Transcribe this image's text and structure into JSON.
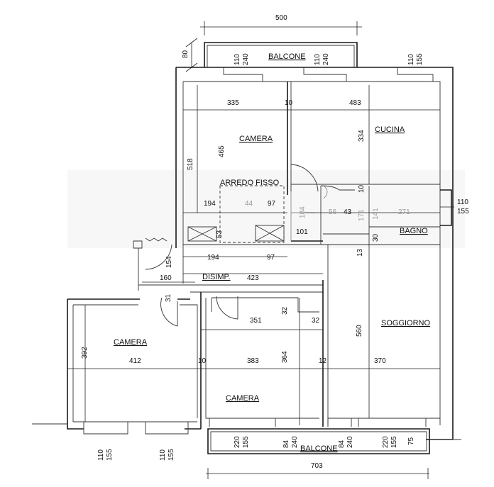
{
  "rooms": {
    "balcone_top": "BALCONE",
    "camera_top": "CAMERA",
    "cucina": "CUCINA",
    "arredo_fisso": "ARREDO FISSO",
    "bagno": "BAGNO",
    "disimp": "DISIMP.",
    "soggiorno": "SOGGIORNO",
    "camera_left": "CAMERA",
    "camera_bottom": "CAMERA",
    "balcone_bottom": "BALCONE"
  },
  "dims": {
    "top_500": "500",
    "balc_80": "80",
    "w110a": "110",
    "w240a": "240",
    "w110b": "110",
    "w240b": "240",
    "w110c": "110",
    "w155c": "155",
    "d335": "335",
    "d10a": "10",
    "d483": "483",
    "d518": "518",
    "d465": "465",
    "d334": "334",
    "d10b": "10",
    "d194a": "194",
    "d44": "44",
    "d97a": "97",
    "d184": "184",
    "d56": "56",
    "d43": "43",
    "d171": "171",
    "d141": "141",
    "d271": "271",
    "d110r": "110",
    "d155r": "155",
    "d53": "53",
    "d101": "101",
    "d30": "30",
    "d13": "13",
    "d194b": "194",
    "d97b": "97",
    "d154": "154",
    "d423": "423",
    "d160": "160",
    "d31": "31",
    "d351": "351",
    "d32a": "32",
    "d32b": "32",
    "d392": "392",
    "d412": "412",
    "d10c": "10",
    "d383": "383",
    "d364": "364",
    "d12": "12",
    "d370": "370",
    "d560": "560",
    "bw110a": "110",
    "bw155a": "155",
    "bw110b": "110",
    "bw155b": "155",
    "bw220a": "220",
    "bw155c": "155",
    "bw84a": "84",
    "bw240a": "240",
    "bw84b": "84",
    "bw240b": "240",
    "bw220b": "220",
    "bw155d": "155",
    "bw75": "75",
    "bottom_703": "703"
  }
}
